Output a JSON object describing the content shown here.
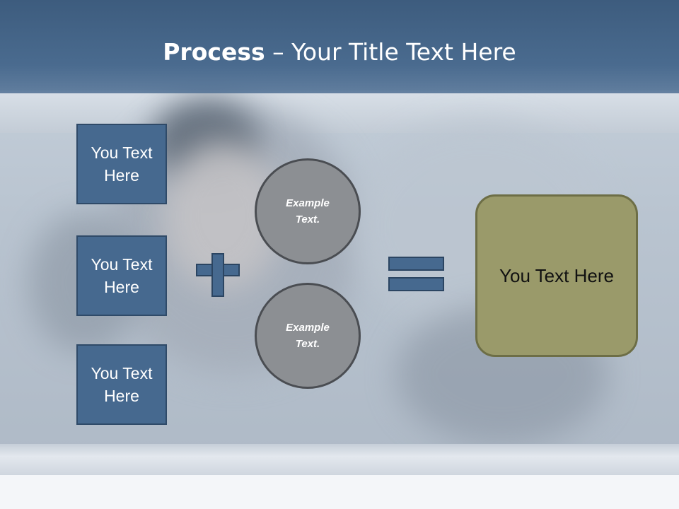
{
  "slide": {
    "title_bold": "Process",
    "title_rest": " – Your Title Text Here"
  },
  "inputs": [
    {
      "label": "You Text Here"
    },
    {
      "label": "You Text Here"
    },
    {
      "label": "You Text Here"
    }
  ],
  "operands": [
    {
      "label": "Example Text."
    },
    {
      "label": "Example Text."
    }
  ],
  "result": {
    "label": "You Text Here"
  },
  "colors": {
    "header": "#46698f",
    "box": "#46698f",
    "circle": "#8c8f93",
    "result": "#9a9a6a"
  },
  "icons": {
    "operator1": "plus-icon",
    "operator2": "equals-icon"
  }
}
